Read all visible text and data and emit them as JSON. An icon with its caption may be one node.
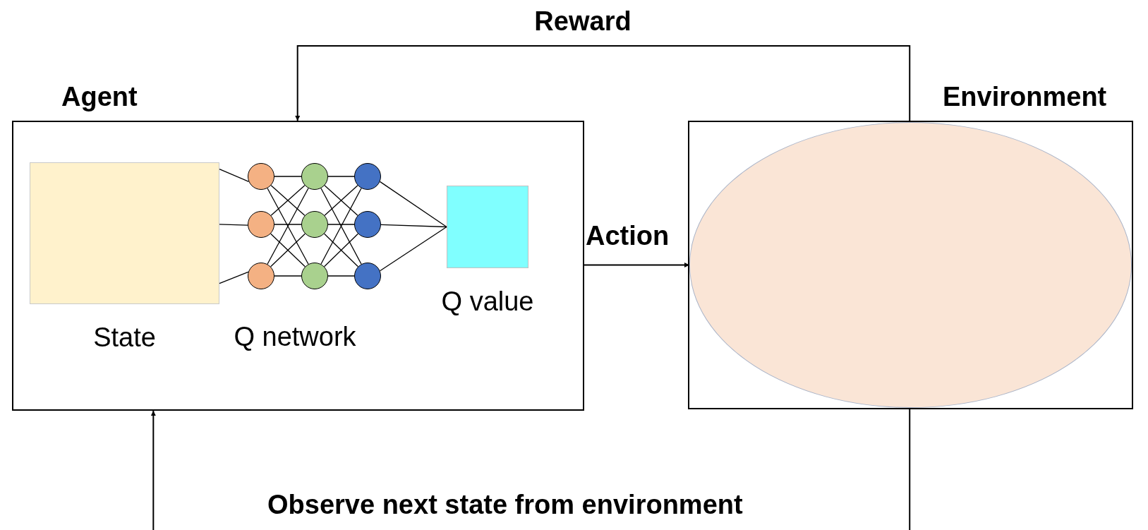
{
  "diagram": {
    "nodes": [
      {
        "text": [
          "Agent"
        ]
      },
      {
        "text": [
          "State"
        ],
        "in": 0
      },
      {
        "text": [],
        "shape": "circle",
        "in": 0
      },
      {
        "text": [],
        "shape": "circle",
        "in": 0
      },
      {
        "text": [],
        "shape": "circle",
        "in": 0
      },
      {
        "text": [],
        "shape": "circle",
        "in": 0
      },
      {
        "text": [],
        "shape": "circle",
        "in": 0
      },
      {
        "text": [],
        "shape": "circle",
        "in": 0
      },
      {
        "text": [],
        "shape": "circle",
        "in": 0
      },
      {
        "text": [],
        "shape": "circle",
        "in": 0
      },
      {
        "text": [],
        "shape": "circle",
        "in": 0
      },
      {
        "text": [
          "Q value"
        ],
        "in": 0
      },
      {
        "text": [
          "Environment"
        ]
      },
      {
        "text": [],
        "shape": "ellipse",
        "in": 12
      }
    ],
    "edges": [
      {
        "from": 1,
        "to": 2,
        "arrow": "none"
      },
      {
        "from": 1,
        "to": 3,
        "arrow": "none"
      },
      {
        "from": 1,
        "to": 4,
        "arrow": "none"
      },
      {
        "from": 2,
        "to": 5,
        "arrow": "none"
      },
      {
        "from": 2,
        "to": 6,
        "arrow": "none"
      },
      {
        "from": 2,
        "to": 7,
        "arrow": "none"
      },
      {
        "from": 3,
        "to": 5,
        "arrow": "none"
      },
      {
        "from": 3,
        "to": 6,
        "arrow": "none"
      },
      {
        "from": 3,
        "to": 7,
        "arrow": "none"
      },
      {
        "from": 4,
        "to": 5,
        "arrow": "none"
      },
      {
        "from": 4,
        "to": 6,
        "arrow": "none"
      },
      {
        "from": 4,
        "to": 7,
        "arrow": "none"
      },
      {
        "from": 5,
        "to": 8,
        "arrow": "none"
      },
      {
        "from": 5,
        "to": 9,
        "arrow": "none"
      },
      {
        "from": 5,
        "to": 10,
        "arrow": "none"
      },
      {
        "from": 6,
        "to": 8,
        "arrow": "none"
      },
      {
        "from": 6,
        "to": 9,
        "arrow": "none"
      },
      {
        "from": 6,
        "to": 10,
        "arrow": "none"
      },
      {
        "from": 7,
        "to": 8,
        "arrow": "none"
      },
      {
        "from": 7,
        "to": 9,
        "arrow": "none"
      },
      {
        "from": 7,
        "to": 10,
        "arrow": "none"
      },
      {
        "from": 8,
        "to": 11,
        "arrow": "none"
      },
      {
        "from": 9,
        "to": 11,
        "arrow": "none"
      },
      {
        "from": 10,
        "to": 11,
        "arrow": "none"
      },
      {
        "from": 12,
        "to": 0,
        "arrow": "to",
        "label": "Reward"
      },
      {
        "from": 0,
        "to": 13,
        "arrow": "to",
        "label": "Action"
      },
      {
        "from": 12,
        "to": 0,
        "arrow": "to",
        "label": "Observe next state from environment"
      }
    ],
    "labels": [
      "Q network"
    ]
  }
}
